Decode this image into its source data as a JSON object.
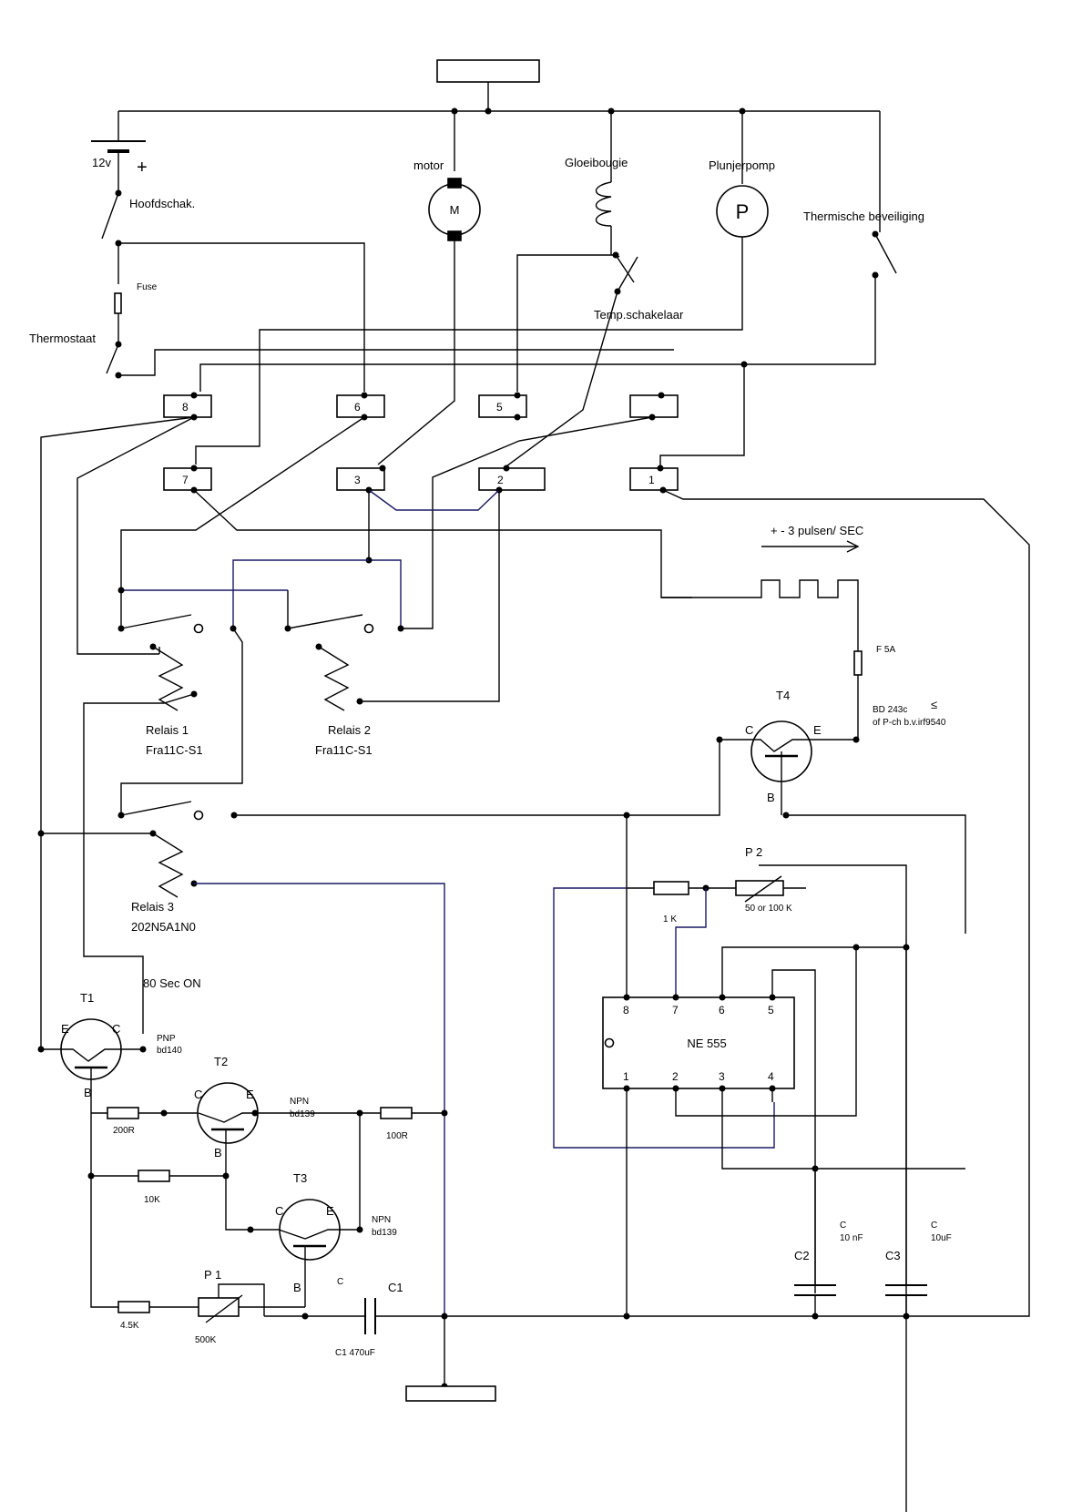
{
  "power": {
    "battery_voltage": "12v",
    "battery_plus": "+",
    "main_switch": "Hoofdschak.",
    "fuse": "Fuse",
    "thermostat": "Thermostaat"
  },
  "loads": {
    "motor": "motor",
    "motor_symbol": "M",
    "glow_plug": "Gloeibougie",
    "pump": "Plunjerpomp",
    "pump_symbol": "P",
    "thermal_protection": "Thermische beveiliging",
    "temp_switch": "Temp.schakelaar"
  },
  "terminals": [
    "8",
    "6",
    "5",
    "",
    "7",
    "3",
    "2",
    "1"
  ],
  "relays": {
    "r1_name": "Relais 1",
    "r1_type": "Fra11C-S1",
    "r2_name": "Relais 2",
    "r2_type": "Fra11C-S1",
    "r3_name": "Relais 3",
    "r3_type": "202N5A1N0"
  },
  "pulse": {
    "label": "+ -  3 pulsen/ SEC"
  },
  "t4": {
    "name": "T4",
    "c": "C",
    "e": "E",
    "b": "B",
    "fuse": "F 5A",
    "part_line1": "BD 243c",
    "le_symbol": "≤",
    "part_line2": "of P-ch b.v.irf9540"
  },
  "timer": {
    "label": "80 Sec ON",
    "t1": "T1",
    "t1_type1": "PNP",
    "t1_type2": "bd140",
    "t2": "T2",
    "t2_type1": "NPN",
    "t2_type2": "bd139",
    "t3": "T3",
    "t3_type1": "NPN",
    "t3_type2": "bd139",
    "e": "E",
    "c": "C",
    "b": "B",
    "r_200": "200R",
    "r_10k": "10K",
    "r_100": "100R",
    "r_4_5k": "4.5K",
    "p1": "P 1",
    "p1_value": "500K",
    "c1": "C1",
    "c1_small": "C",
    "c1_value": "C1 470uF"
  },
  "ne555": {
    "name": "NE 555",
    "pins_top": [
      "8",
      "7",
      "6",
      "5"
    ],
    "pins_bottom": [
      "1",
      "2",
      "3",
      "4"
    ],
    "p2": "P 2",
    "p2_value": "50 or 100 K",
    "r_1k": "1 K",
    "c2": "C2",
    "c2_small": "C",
    "c2_value": "10 nF",
    "c3": "C3",
    "c3_small": "C",
    "c3_value": "10uF"
  }
}
